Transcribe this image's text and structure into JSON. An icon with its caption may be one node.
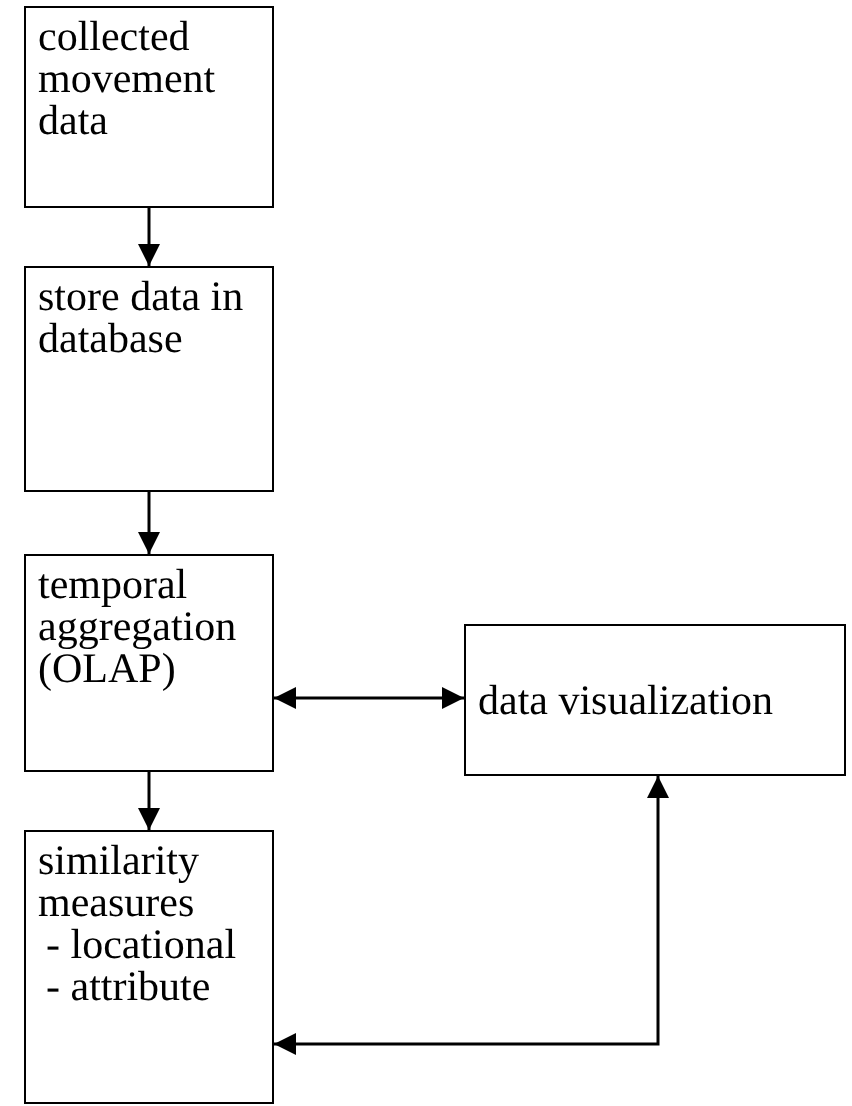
{
  "diagram": {
    "nodes": [
      {
        "text": [
          "collected movement data"
        ]
      },
      {
        "text": [
          "store data in database"
        ]
      },
      {
        "text": [
          "temporal aggregation (OLAP)"
        ]
      },
      {
        "text": [
          "data visualization"
        ]
      },
      {
        "text": [
          "similarity measures",
          "- locational",
          "- attribute"
        ]
      }
    ],
    "edges": [
      {
        "from": 0,
        "to": 1,
        "arrow": "to"
      },
      {
        "from": 1,
        "to": 2,
        "arrow": "to"
      },
      {
        "from": 2,
        "to": 3,
        "arrow": "both"
      },
      {
        "from": 2,
        "to": 4,
        "arrow": "to"
      },
      {
        "from": 4,
        "to": 3,
        "arrow": "both"
      }
    ]
  }
}
